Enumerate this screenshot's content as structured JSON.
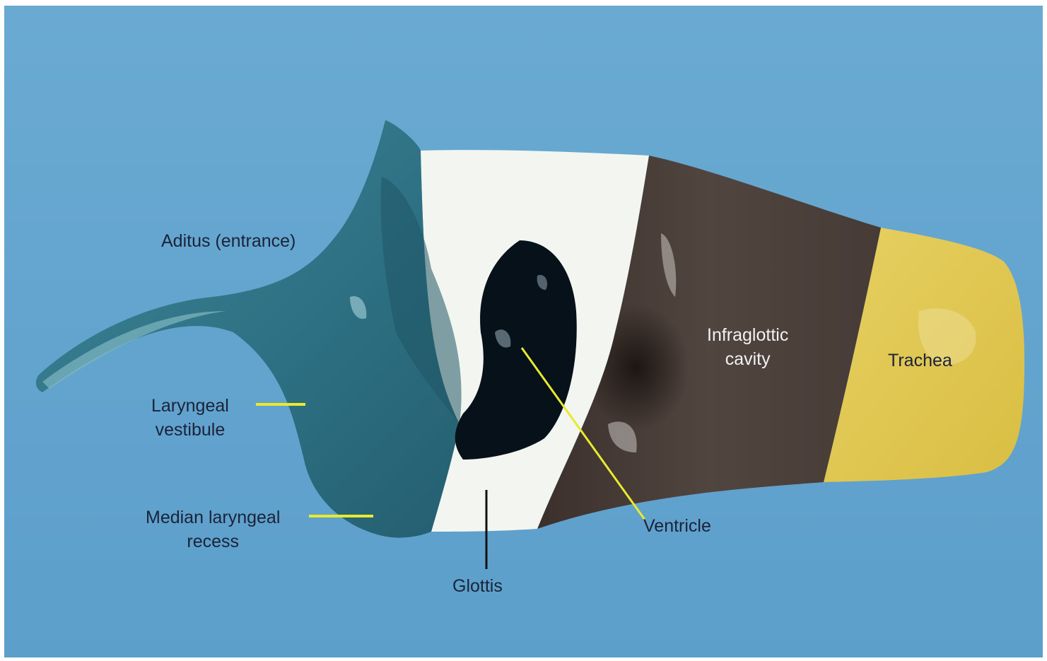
{
  "colors": {
    "background": "#5fa3cf",
    "vestibule": "#2e7286",
    "glottis_region": "#f3f6f1",
    "ventricle": "#06111a",
    "infraglottic": "#4a3f3a",
    "trachea": "#e1c84e",
    "pointer_yellow": "#e8ea2e",
    "pointer_black": "#111111",
    "label_dark": "#1b2338",
    "label_light": "#f1f1f1"
  },
  "labels": {
    "aditus": "Aditus (entrance)",
    "laryngeal_vestibule": [
      "Laryngeal",
      "vestibule"
    ],
    "median_laryngeal_recess": [
      "Median laryngeal",
      "recess"
    ],
    "glottis": "Glottis",
    "ventricle": "Ventricle",
    "infraglottic_cavity": [
      "Infraglottic",
      "cavity"
    ],
    "trachea": "Trachea"
  }
}
